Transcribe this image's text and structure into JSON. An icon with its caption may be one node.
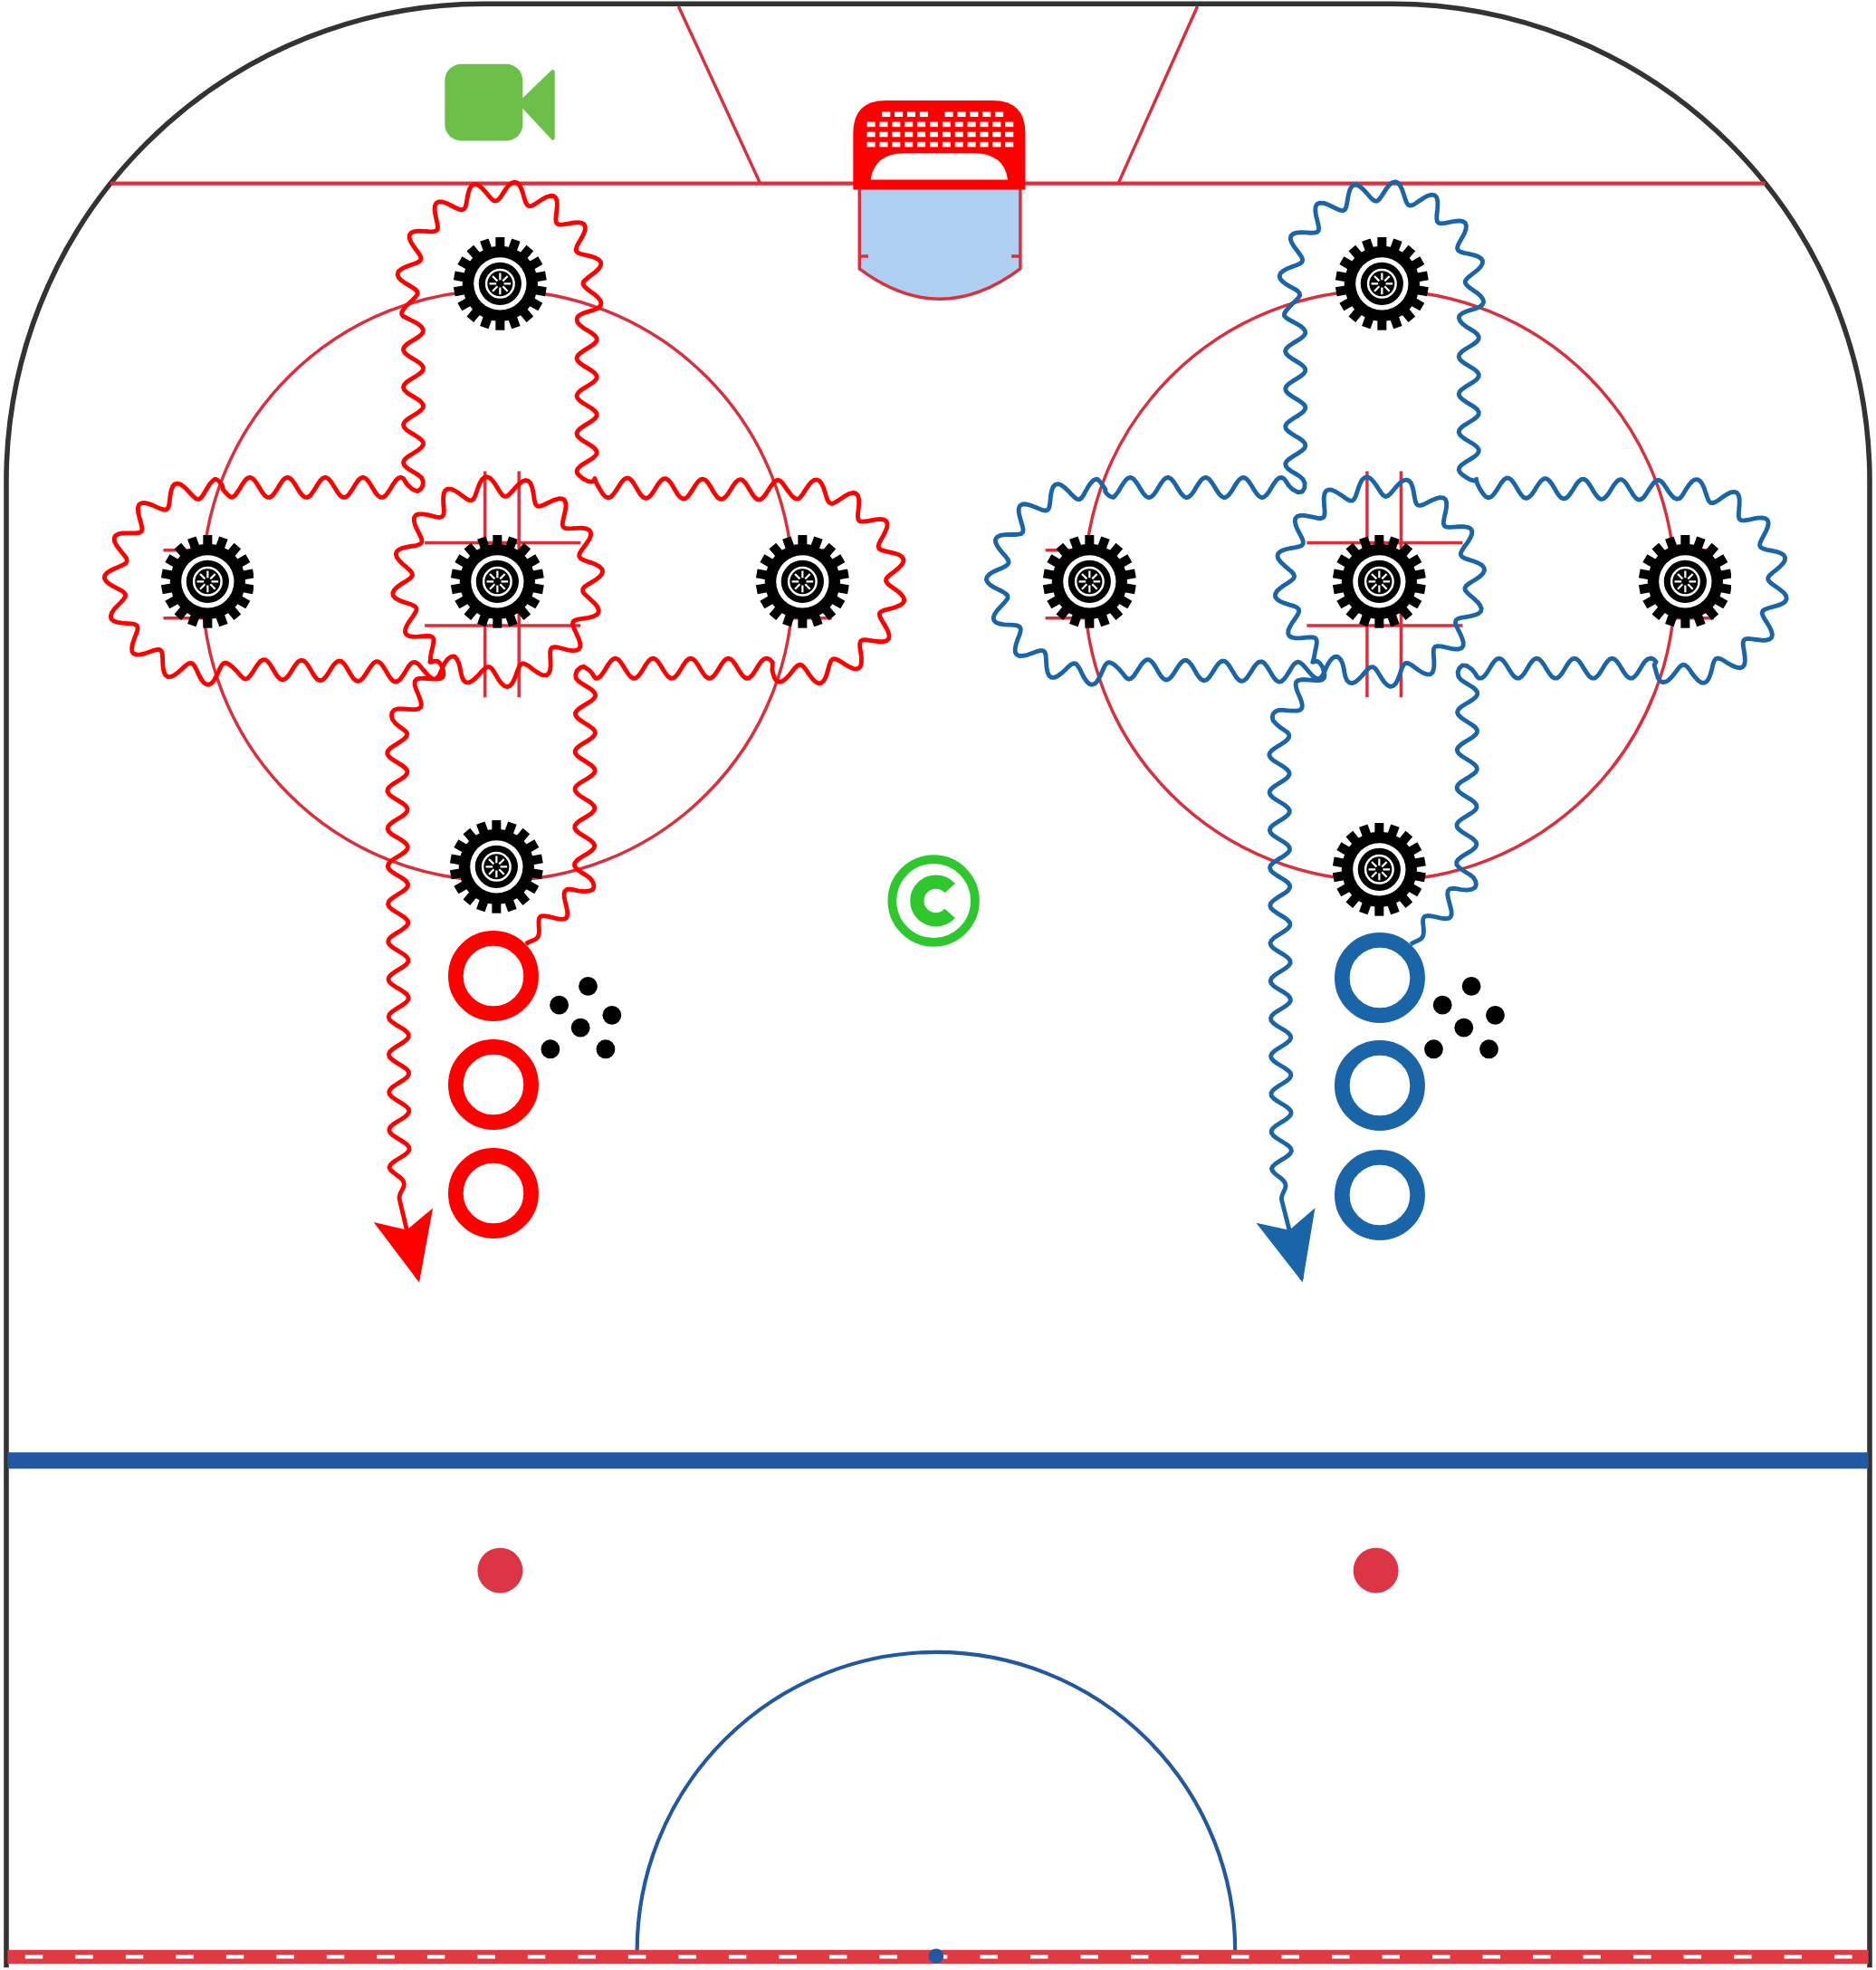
{
  "diagram": {
    "nodes": [
      {
        "text": [],
        "shape": "picture"
      },
      {
        "text": [],
        "shape": "picture"
      },
      {
        "text": [],
        "shape": "picture"
      },
      {
        "text": [],
        "shape": "picture"
      },
      {
        "text": [],
        "shape": "picture"
      },
      {
        "text": [],
        "shape": "picture"
      },
      {
        "text": [],
        "shape": "picture"
      },
      {
        "text": [],
        "shape": "picture"
      },
      {
        "text": [],
        "shape": "picture"
      },
      {
        "text": [],
        "shape": "picture"
      },
      {
        "text": [],
        "shape": "circle"
      },
      {
        "text": [],
        "shape": "circle"
      },
      {
        "text": [],
        "shape": "circle"
      },
      {
        "text": [],
        "shape": "circle"
      },
      {
        "text": [],
        "shape": "circle"
      },
      {
        "text": [],
        "shape": "circle"
      }
    ],
    "edges": [
      {
        "from": 10,
        "to": null,
        "arrow": "to",
        "color": "#ff0000"
      },
      {
        "from": 11,
        "to": null,
        "arrow": "to",
        "color": "#1a64a8"
      }
    ]
  }
}
